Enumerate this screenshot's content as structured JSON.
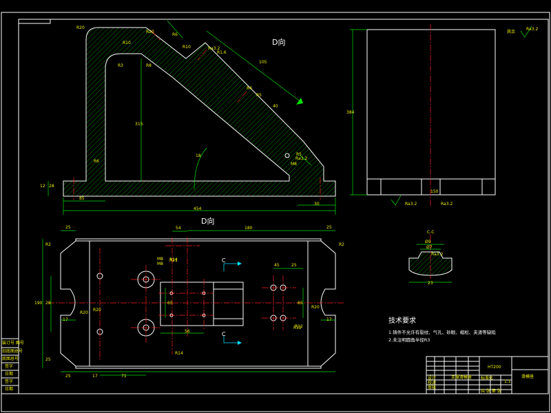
{
  "colors": {
    "background": "#000000",
    "outline": "#ffffff",
    "dimension": "#00e000",
    "dimension_text": "#f2f200",
    "centerline": "#ff2020",
    "section_arrow": "#00e0ff",
    "hatch": "#00e000"
  },
  "views": {
    "d_view_label": "D向",
    "d_view_label_bottom": "D向",
    "roughness_note": "其余",
    "roughness_value": "Ra3.2",
    "section_label": "C-C",
    "section_mark": "C"
  },
  "dims": {
    "front": [
      "R20",
      "R10",
      "R6",
      "R10",
      "R1.6",
      "105",
      "Ra3.2",
      "R3",
      "R8",
      "40",
      "R4",
      "R5",
      "R5",
      "315",
      "M8",
      "Ra3.2",
      "12",
      "28",
      "R6",
      "85",
      "454",
      "30",
      "18",
      "R20"
    ],
    "side": [
      "384",
      "Ra3.2",
      "Ra3.2",
      "150"
    ],
    "plan": [
      "25",
      "54",
      "180",
      "25",
      "R2",
      "R2",
      "R21",
      "M8",
      "45",
      "25",
      "190",
      "28",
      "R20",
      "R20",
      "R20",
      "17",
      "17",
      "65",
      "56",
      "R14",
      "R14",
      "R12",
      "R12",
      "25",
      "17",
      "71",
      "25",
      "M8",
      "65"
    ],
    "section": [
      "Ø9",
      "Ø7",
      "Ra3.2",
      "23"
    ]
  },
  "notes": {
    "title": "技术要求",
    "line1": "1.铸件不允许有裂纹、气孔、砂眼、缩松、夹渣等缺陷",
    "line2": "2.未注明圆角半径R3"
  },
  "left_strip": [
    "装订号 图号",
    "旧底图总号",
    "底图总号",
    "签字",
    "日期",
    "签字",
    "日期"
  ],
  "title_block": {
    "part_name": "滑模座",
    "drawing_no": "支撑滑模座",
    "material": "HT200",
    "scale": "1:1",
    "designer": "设计",
    "checker": "校对",
    "approver": "审核",
    "sheet": "共 张 第 张",
    "extra": "标准化"
  }
}
